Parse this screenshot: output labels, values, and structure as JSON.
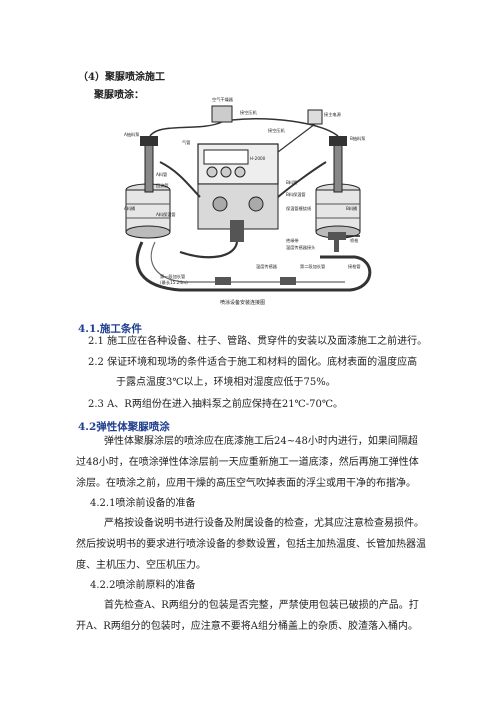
{
  "section_heading": "（4）聚脲喷涂施工",
  "sub_heading": "聚脲喷涂：",
  "diagram": {
    "caption": "喷涂设备安装连接图",
    "labels": {
      "air_dryer": "空气干燥器",
      "to_compressor": "接空压机",
      "to_power": "接主电源",
      "to_compressor_2": "接空压机",
      "a_pump": "A抽料泵",
      "b_pump": "B抽料泵",
      "air_tube": "气管",
      "a_feed": "A料管",
      "b_feed": "B料管",
      "return_pipe": "回流管",
      "b_hose": "B料保温管",
      "a_tank": "A料桶",
      "b_tank": "B料桶",
      "a_hose": "A料保温管",
      "insulated_bundle": "保温管缠绕线",
      "spray_gun": "喷枪",
      "insulation_tape": "绝缘带",
      "temp_sensor_cable": "温度传感器接头",
      "temp_sensor": "温度传感器",
      "second_extension": "第二段加长管",
      "gun_hose": "接枪管",
      "first_extension": "第一段加长管",
      "max_length": "(最长15.24m)",
      "machine_model": "H-2000"
    }
  },
  "sections": [
    {
      "title": "4.1.施工条件",
      "items": [
        {
          "lines": [
            "2.1 施工应在各种设备、柱子、管路、贯穿件的安装以及面漆施工之前进行。"
          ]
        },
        {
          "lines": [
            "2.2 保证环境和现场的条件适合于施工和材料的固化。底材表面的温度应高",
            "于露点温度3℃以上，环境相对湿度应低于75%。"
          ]
        },
        {
          "lines": [
            "2.3 A、R两组份在进入抽料泵之前应保持在21℃-70℃。"
          ]
        }
      ]
    },
    {
      "title": "4.2弹性体聚脲喷涂",
      "intro": [
        "弹性体聚脲涂层的喷涂应在底漆施工后24~48小时内进行，如果间隔超",
        "过48小时，在喷涂弹性体涂层前一天应重新施工一道底漆，然后再施工弹性体",
        "涂层。在喷涂之前，应用干燥的高压空气吹掉表面的浮尘或用干净的布揩净。"
      ],
      "subsections": [
        {
          "title": "4.2.1喷涂前设备的准备",
          "lines": [
            "严格按设备说明书进行设备及附属设备的检查，尤其应注意检查易损件。",
            "然后按说明书的要求进行喷涂设备的参数设置，包括主加热温度、长管加热器温",
            "度、主机压力、空压机压力。"
          ]
        },
        {
          "title": "4.2.2喷涂前原料的准备",
          "lines": [
            "首先检查A、R两组分的包装是否完整，严禁使用包装已破损的产品。打",
            "开A、R两组分的包装时，应注意不要将A组分桶盖上的杂质、胶渣落入桶内。"
          ]
        }
      ]
    }
  ]
}
